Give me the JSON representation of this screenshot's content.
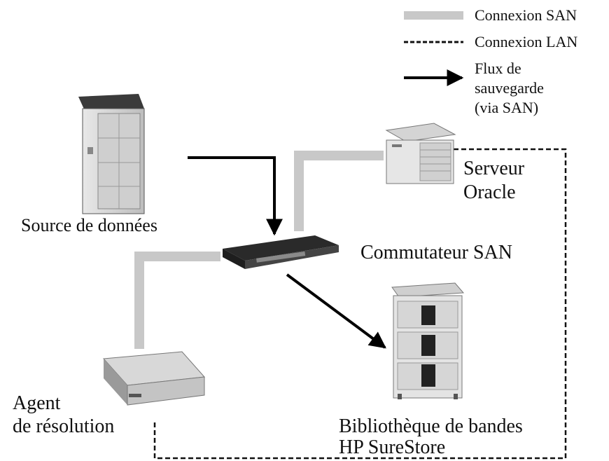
{
  "legend": {
    "san": "Connexion SAN",
    "lan": "Connexion LAN",
    "flow_lines": [
      "Flux de",
      "sauvegarde",
      "(via SAN)"
    ]
  },
  "nodes": {
    "source": "Source de données",
    "oracle_lines": [
      "Serveur",
      "Oracle"
    ],
    "switch": "Commutateur SAN",
    "agent_lines": [
      "Agent",
      "de résolution"
    ],
    "library_lines": [
      "Bibliothèque de bandes",
      "HP SureStore"
    ]
  },
  "colors": {
    "san": "#c8c8c8",
    "lan": "#111111",
    "flow": "#000000"
  }
}
